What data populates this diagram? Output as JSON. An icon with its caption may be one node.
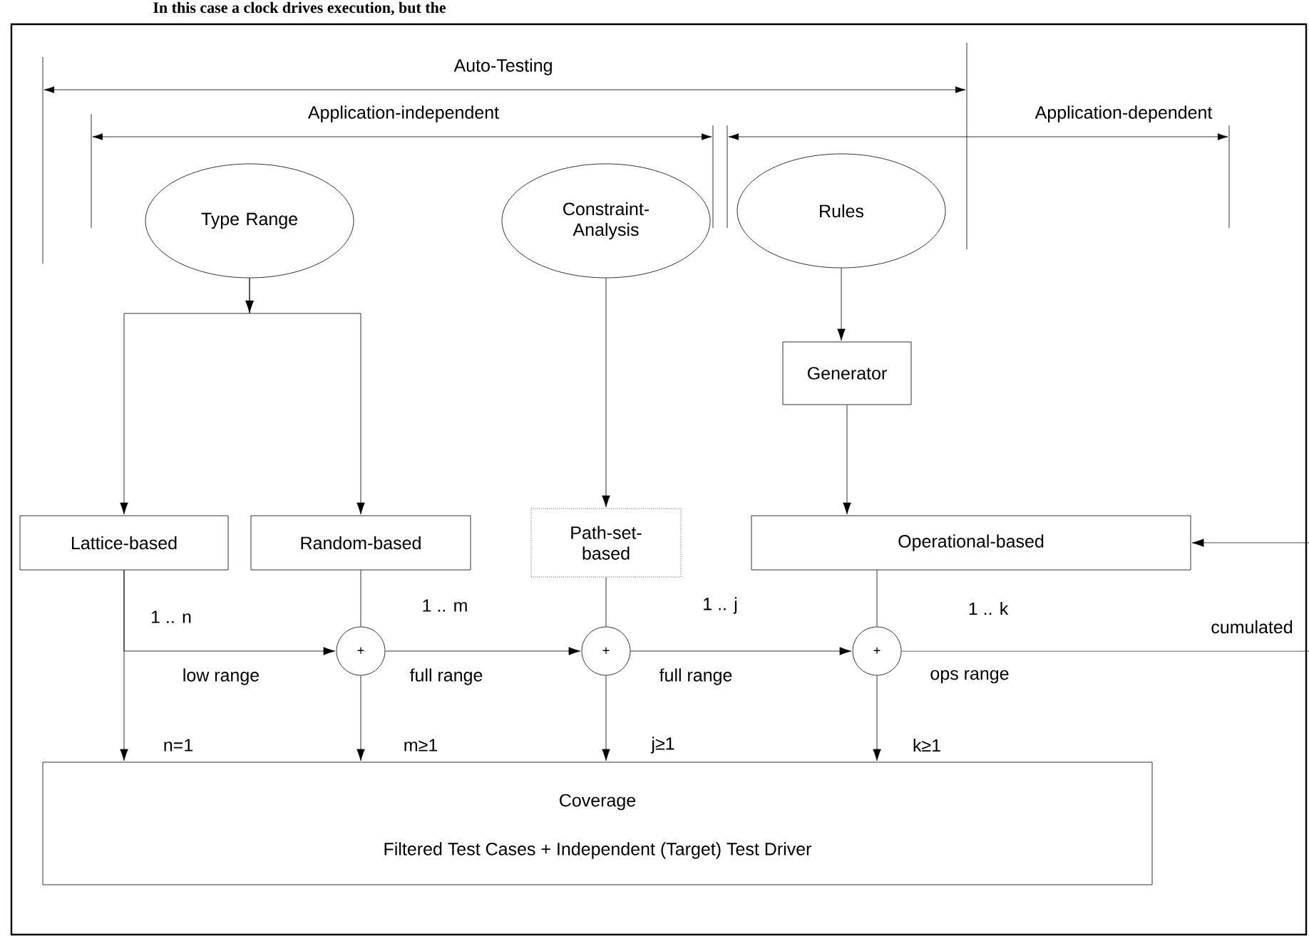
{
  "diagram": {
    "nodes": [
      {
        "text": [
          "Type Range"
        ]
      },
      {
        "text": [
          "Constraint-Analysis"
        ]
      },
      {
        "text": [
          "Rules"
        ]
      },
      {
        "text": [
          "Generator"
        ]
      },
      {
        "text": [
          "Lattice-based"
        ]
      },
      {
        "text": [
          "Random-based"
        ]
      },
      {
        "text": [
          "Path-set-based"
        ]
      },
      {
        "text": [
          "Operational-based"
        ]
      },
      {
        "text": [
          "+"
        ]
      },
      {
        "text": [
          "+"
        ]
      },
      {
        "text": [
          "+"
        ]
      },
      {
        "text": [
          "Coverage",
          "Filtered Test Cases + Independent (Target) Test Driver"
        ]
      }
    ],
    "edges": [
      {
        "from": 0,
        "to": 4,
        "arrow": "to"
      },
      {
        "from": 0,
        "to": 5,
        "arrow": "to"
      },
      {
        "from": 1,
        "to": 6,
        "arrow": "to"
      },
      {
        "from": 2,
        "to": 3,
        "arrow": "to"
      },
      {
        "from": 3,
        "to": 7,
        "arrow": "to"
      },
      {
        "from": null,
        "to": 7,
        "arrow": "to"
      },
      {
        "from": 4,
        "to": 11,
        "arrow": "to",
        "label": "n=1"
      },
      {
        "from": 4,
        "to": 8,
        "arrow": "to"
      },
      {
        "from": 5,
        "to": 8,
        "arrow": "none"
      },
      {
        "from": 8,
        "to": 11,
        "arrow": "to",
        "label": "m≥1"
      },
      {
        "from": 8,
        "to": 9,
        "arrow": "to"
      },
      {
        "from": 6,
        "to": 9,
        "arrow": "none"
      },
      {
        "from": 9,
        "to": 11,
        "arrow": "to",
        "label": "j≥1"
      },
      {
        "from": 9,
        "to": 10,
        "arrow": "to"
      },
      {
        "from": 7,
        "to": 10,
        "arrow": "none"
      },
      {
        "from": 10,
        "to": 11,
        "arrow": "to",
        "label": "k≥1"
      },
      {
        "from": 10,
        "to": null,
        "arrow": "none",
        "label": "cumulated"
      }
    ],
    "labels": [
      "In this case a clock drives execution, but the",
      "Auto-Testing",
      "Application-independent",
      "Application-dependent",
      "1 .. n",
      "low range",
      "1 .. m",
      "full range",
      "1 .. j",
      "full range",
      "1 .. k",
      "ops range"
    ]
  }
}
